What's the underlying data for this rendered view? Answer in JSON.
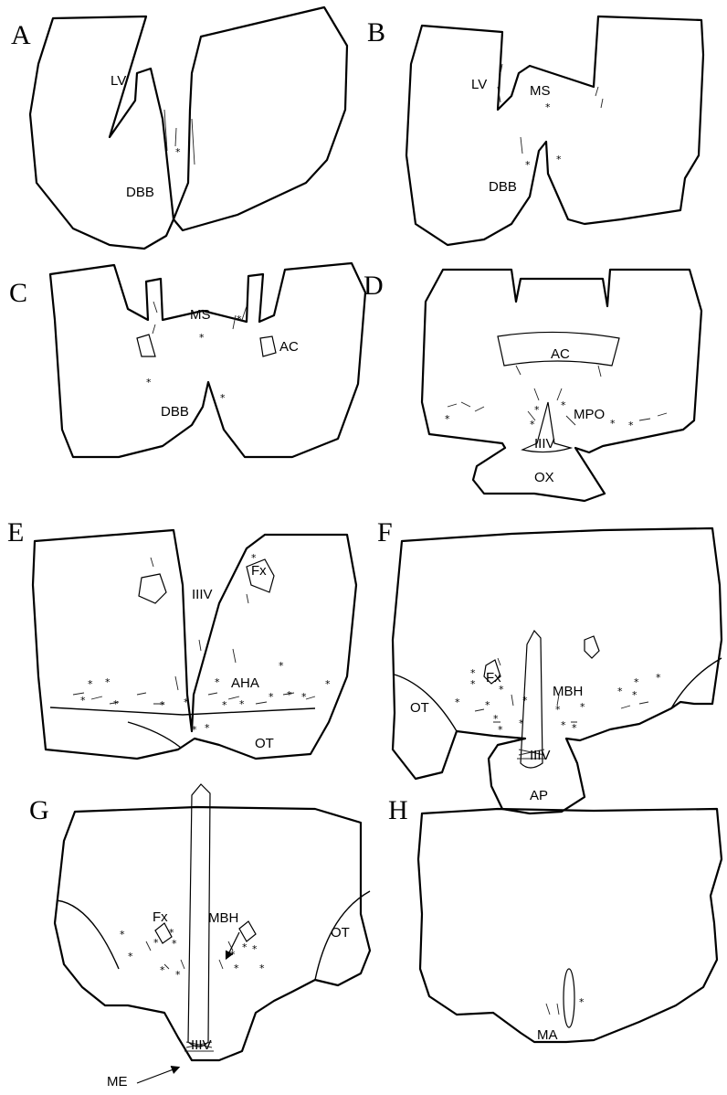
{
  "panels": {
    "A": {
      "letter": "A",
      "labels": {
        "lv": "LV",
        "dbb": "DBB"
      }
    },
    "B": {
      "letter": "B",
      "labels": {
        "lv": "LV",
        "ms": "MS",
        "dbb": "DBB"
      }
    },
    "C": {
      "letter": "C",
      "labels": {
        "ms": "MS",
        "ac": "AC",
        "dbb": "DBB"
      }
    },
    "D": {
      "letter": "D",
      "labels": {
        "ac": "AC",
        "mpo": "MPO",
        "iiiv": "IIIV",
        "ox": "OX"
      }
    },
    "E": {
      "letter": "E",
      "labels": {
        "iiiv": "IIIV",
        "fx": "Fx",
        "aha": "AHA",
        "ot": "OT"
      }
    },
    "F": {
      "letter": "F",
      "labels": {
        "ot": "OT",
        "fx": "Fx",
        "mbh": "MBH",
        "iiiv": "IIIV",
        "ap": "AP"
      }
    },
    "G": {
      "letter": "G",
      "labels": {
        "fx": "Fx",
        "mbh": "MBH",
        "ot": "OT",
        "iiiv": "IIIV",
        "me": "ME"
      }
    },
    "H": {
      "letter": "H",
      "labels": {
        "ma": "MA"
      }
    }
  },
  "marker_symbol": "*"
}
